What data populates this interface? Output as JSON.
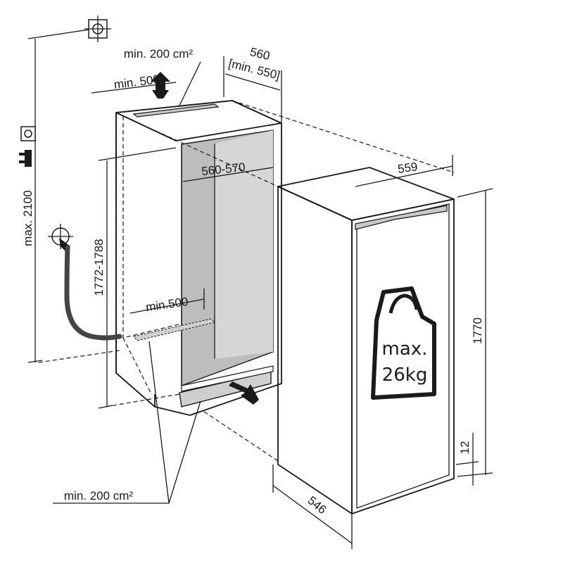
{
  "labels": {
    "vent_top_area": "min. 200 cm²",
    "vent_top_depth": "min. 500",
    "niche_depth": "560",
    "niche_depth_min": "[min. 550]",
    "niche_width": "560-570",
    "appliance_width": "559",
    "niche_height": "1772-1788",
    "max_height": "max. 2100",
    "appliance_height": "1770",
    "floor_depth": "min.500",
    "bottom_gap": "12",
    "appliance_depth": "546",
    "vent_bottom_area": "min. 200 cm²",
    "weight_line1": "max.",
    "weight_line2": "26kg"
  },
  "icons": [
    "socket-icon",
    "plug-icon",
    "water-tap-icon",
    "weight-icon"
  ],
  "colors": {
    "line": "#1a1a1a",
    "niche_shade": "#b9b9b9",
    "niche_side": "#d4d4d4",
    "vent_fill": "#c8c8c8"
  }
}
